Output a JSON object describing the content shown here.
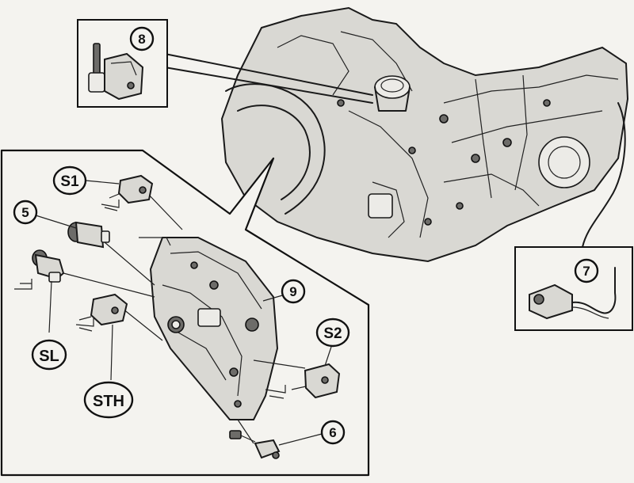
{
  "callouts": {
    "c8": "8",
    "c7": "7",
    "c5": "5",
    "c9": "9",
    "c6": "6",
    "s1": "S1",
    "s2": "S2",
    "sl": "SL",
    "sth": "STH"
  }
}
